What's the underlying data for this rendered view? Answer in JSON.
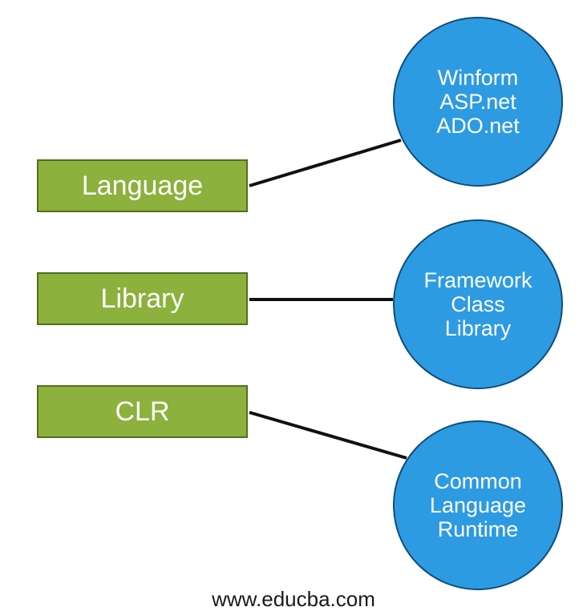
{
  "diagram": {
    "nodes": [
      {
        "label": "Language",
        "detail": [
          "Winform",
          "ASP.net",
          "ADO.net"
        ]
      },
      {
        "label": "Library",
        "detail": [
          "Framework",
          "Class",
          "Library"
        ]
      },
      {
        "label": "CLR",
        "detail": [
          "Common",
          "Language",
          "Runtime"
        ]
      }
    ]
  },
  "watermark": "www.educba.com",
  "colors": {
    "box_fill": "#8cb13c",
    "box_border": "#556e1f",
    "circle_fill": "#2d9be2",
    "circle_border": "#0f4d7a",
    "connector": "#111111",
    "text": "#ffffff"
  }
}
